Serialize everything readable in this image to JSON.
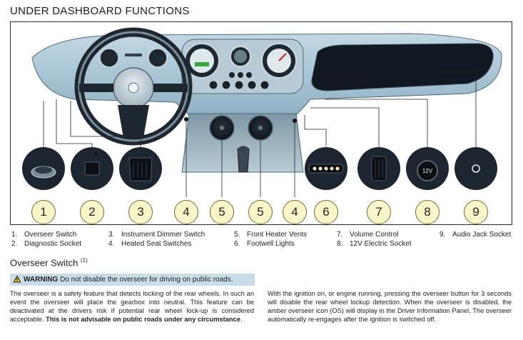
{
  "page_title": "UNDER DASHBOARD FUNCTIONS",
  "callouts": [
    "1",
    "2",
    "3",
    "4",
    "5",
    "5",
    "4",
    "6",
    "7",
    "8",
    "9"
  ],
  "socket_label": "12V",
  "legend": [
    {
      "num": "1.",
      "label": "Overseer Switch"
    },
    {
      "num": "2.",
      "label": "Diagnostic Socket"
    },
    {
      "num": "3.",
      "label": "Instrument Dimmer Switch"
    },
    {
      "num": "4.",
      "label": "Heated Seat Switches"
    },
    {
      "num": "5.",
      "label": "Front Heater Vents"
    },
    {
      "num": "6.",
      "label": "Footwell Lights"
    },
    {
      "num": "7.",
      "label": "Volume Control"
    },
    {
      "num": "8.",
      "label": "12V Electric Socket"
    },
    {
      "num": "9.",
      "label": "Audio Jack Socket"
    }
  ],
  "section": {
    "title": "Overseer Switch",
    "ref": "(1)"
  },
  "warning": {
    "label": "WARNING",
    "text": "Do not disable the overseer for driving on public roads."
  },
  "paragraphs": {
    "left_main": "The overseer is a safety feature that detects locking of the rear wheels. In such an event the overseer will place the gearbox into neutral. This feature can be deactivated at the drivers risk if potential rear wheel lock-up is considered acceptable.",
    "left_bold": "This is not advisable on public roads under any circumstance",
    "left_end": ".",
    "right": "With the ignition on, or engine running, pressing the overseer button for 3 seconds will disable the rear wheel lockup detection. When the overseer is disabled, the amber overseer icon (OS) will display in the Driver Information Panel. The overseer automatically re-engages after the ignition is switched off."
  },
  "colors": {
    "callout_fill": "#f8f5c8",
    "warning_bg": "#c9dcea",
    "dash_blue": "#8fb1c4",
    "dark_blue": "#1f2b36"
  }
}
